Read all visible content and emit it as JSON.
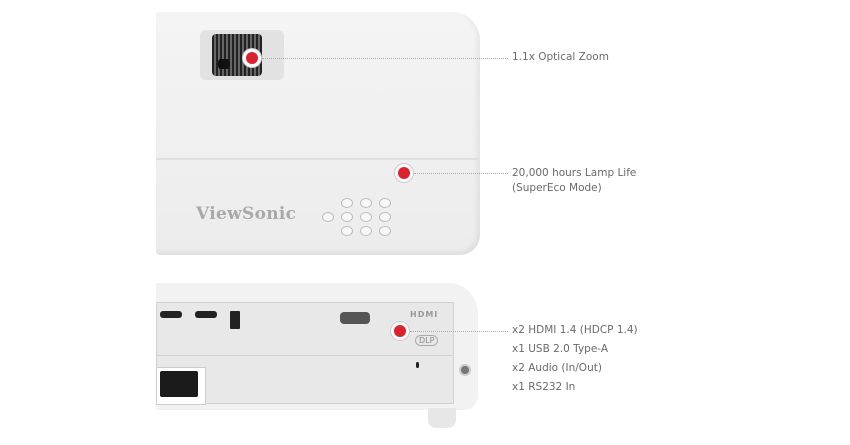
{
  "brand_logo": "ViewSonic",
  "callouts": {
    "zoom": "1.1x Optical Zoom",
    "lamp_line1": "20,000 hours Lamp Life",
    "lamp_line2": "(SuperEco Mode)",
    "io": [
      "x2 HDMI 1.4 (HDCP 1.4)",
      "x1 USB 2.0 Type-A",
      "x2 Audio (In/Out)",
      "x1 RS232 In"
    ]
  },
  "rear_logos": {
    "hdmi": "HDMI",
    "dlp": "DLP"
  },
  "colors": {
    "marker": "#d9232e",
    "text": "#6a6a6a"
  }
}
